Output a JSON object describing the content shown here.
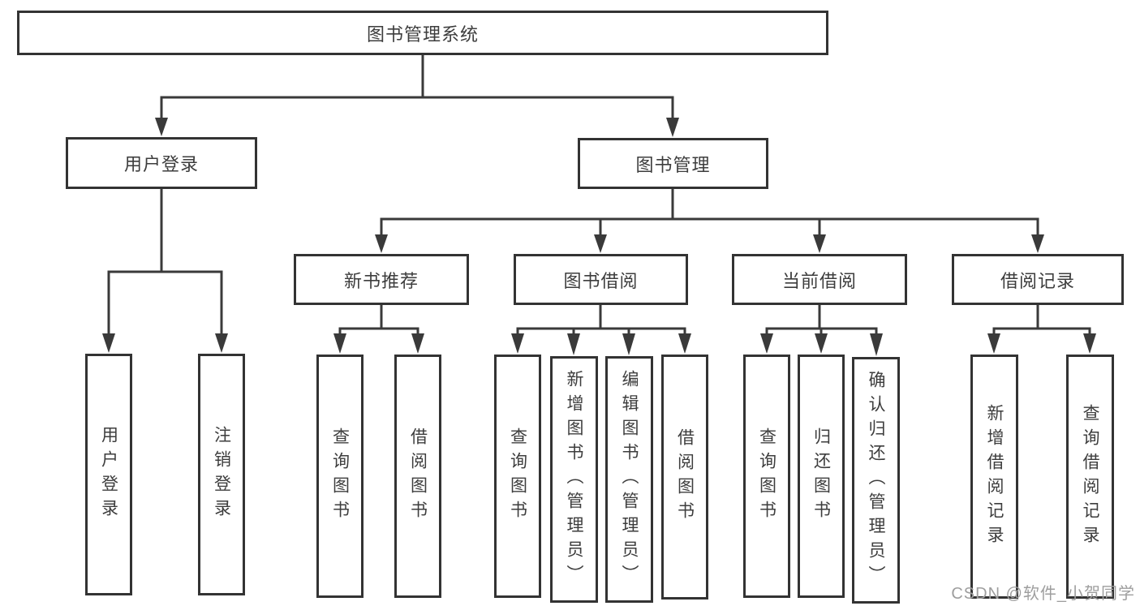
{
  "root": {
    "label": "图书管理系统"
  },
  "level2": [
    {
      "label": "用户登录"
    },
    {
      "label": "图书管理"
    }
  ],
  "level3": [
    {
      "label": "新书推荐"
    },
    {
      "label": "图书借阅"
    },
    {
      "label": "当前借阅"
    },
    {
      "label": "借阅记录"
    }
  ],
  "leaves": [
    {
      "label": "用户登录"
    },
    {
      "label": "注销登录"
    },
    {
      "label": "查询图书"
    },
    {
      "label": "借阅图书"
    },
    {
      "label": "查询图书"
    },
    {
      "label": "新增图书（管理员）"
    },
    {
      "label": "编辑图书（管理员）"
    },
    {
      "label": "借阅图书"
    },
    {
      "label": "查询图书"
    },
    {
      "label": "归还图书"
    },
    {
      "label": "确认归还（管理员）"
    },
    {
      "label": "新增借阅记录"
    },
    {
      "label": "查询借阅记录"
    }
  ],
  "watermark": {
    "text": "CSDN @软件_小贺同学"
  },
  "colors": {
    "line": "#3a3a3a",
    "box_border": "#333333",
    "text": "#3d3d3d",
    "watermark": "#9e9e9e",
    "background": "#ffffff"
  }
}
